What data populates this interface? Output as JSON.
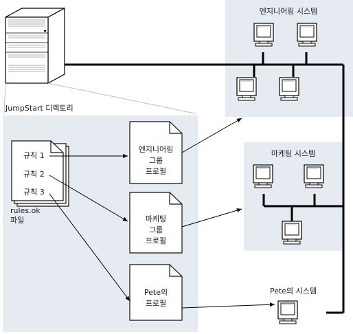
{
  "directory": {
    "label": "JumpStart 디렉토리"
  },
  "rules_file": {
    "rules": [
      "규칙 1",
      "규칙 2",
      "규칙 3"
    ],
    "name": "rules.ok",
    "caption": "파일"
  },
  "profiles": [
    {
      "lines": [
        "엔지니어링",
        "그룹",
        "프로필"
      ]
    },
    {
      "lines": [
        "마케팅",
        "그룹",
        "프로필"
      ]
    },
    {
      "lines": [
        "Pete의",
        "프로필"
      ]
    }
  ],
  "systems": {
    "engineering": "엔지니어링 시스템",
    "marketing": "마케팅 시스템",
    "pete": "Pete의 시스템"
  },
  "colors": {
    "panel": "#e5ebf0",
    "line": "#000000"
  }
}
